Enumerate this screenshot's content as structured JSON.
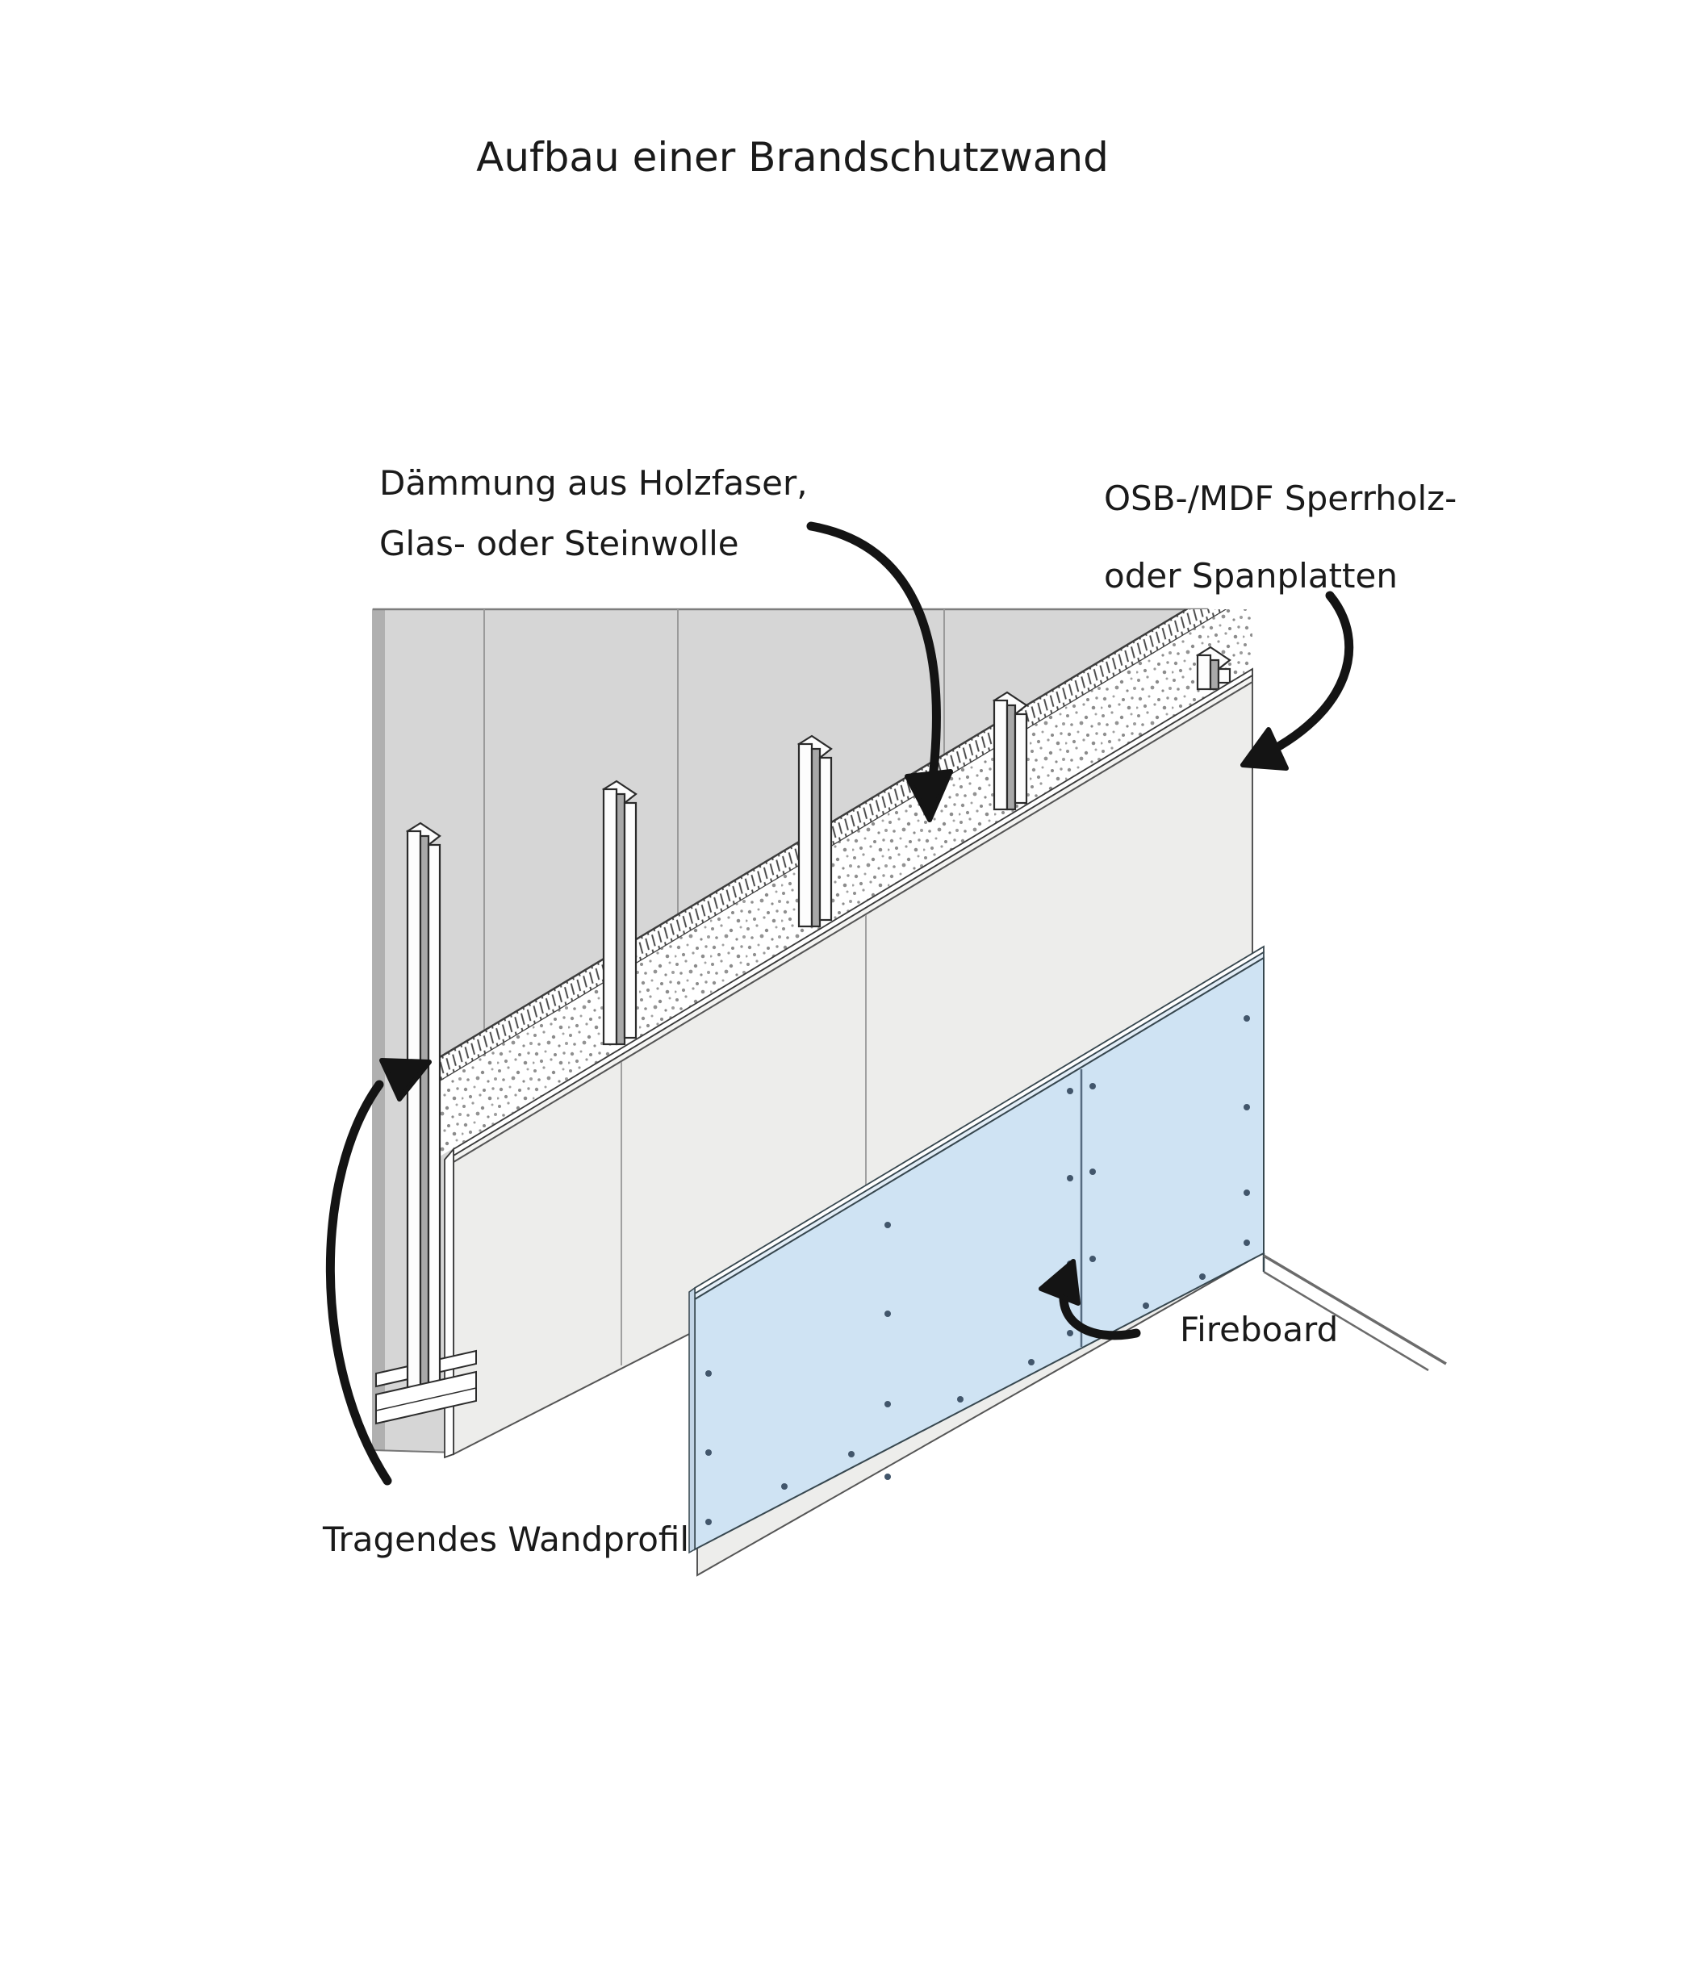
{
  "title": "Aufbau einer Brandschutzwand",
  "labels": {
    "insulation": {
      "line1": "Dämmung aus Holzfaser,",
      "line2": "Glas- oder Steinwolle"
    },
    "sheathing": {
      "line1": "OSB-/MDF Sperrholz-",
      "line2": "oder Spanplatten"
    },
    "fireboard": "Fireboard",
    "profile": "Tragendes Wandprofil"
  },
  "colors": {
    "wall": "#d6d6d6",
    "osb": "#ededeb",
    "fireboard": "#cfe3f3",
    "ink": "#1a1a1a"
  }
}
